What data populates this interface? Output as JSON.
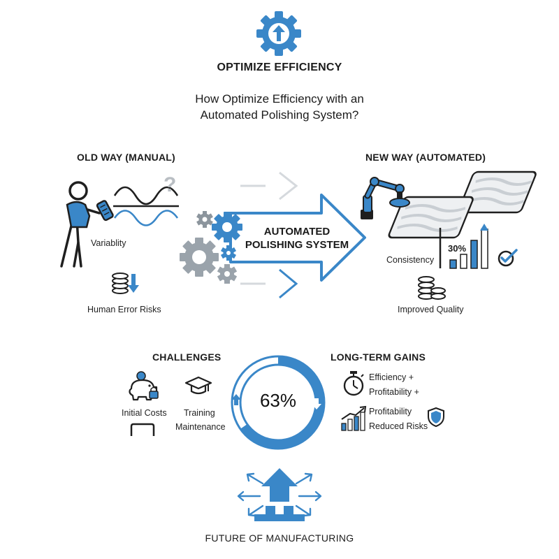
{
  "header": {
    "title": "OPTIMIZE EFFICIENCY",
    "subtitle_line1": "How Optimize Efficiency with an",
    "subtitle_line2": "Automated Polishing System?"
  },
  "old_way": {
    "title": "OLD WAY (MANUAL)",
    "variability_label": "Variablity",
    "human_error_label": "Human Error Risks"
  },
  "center": {
    "line1": "AUTOMATED",
    "line2": "POLISHING SYSTEM"
  },
  "new_way": {
    "title": "NEW WAY (AUTOMATED)",
    "consistency_label": "Consistency",
    "percent_label": "30%",
    "quality_label": "Improved Quality"
  },
  "challenges": {
    "title": "CHALLENGES",
    "initial_costs": "Initial Costs",
    "training": "Training",
    "maintenance": "Maintenance"
  },
  "ring": {
    "percent": "63%"
  },
  "gains": {
    "title": "LONG-TERM GAINS",
    "item1": "Efficiency +",
    "item2": "Profitability +",
    "item3": "Profitability",
    "item4": "Reduced Risks"
  },
  "footer": {
    "label": "FUTURE OF MANUFACTURING"
  },
  "colors": {
    "accent": "#3a87c8",
    "dark": "#1f1f1f",
    "gray": "#9aa3ab",
    "light_gray": "#c9ced3"
  }
}
